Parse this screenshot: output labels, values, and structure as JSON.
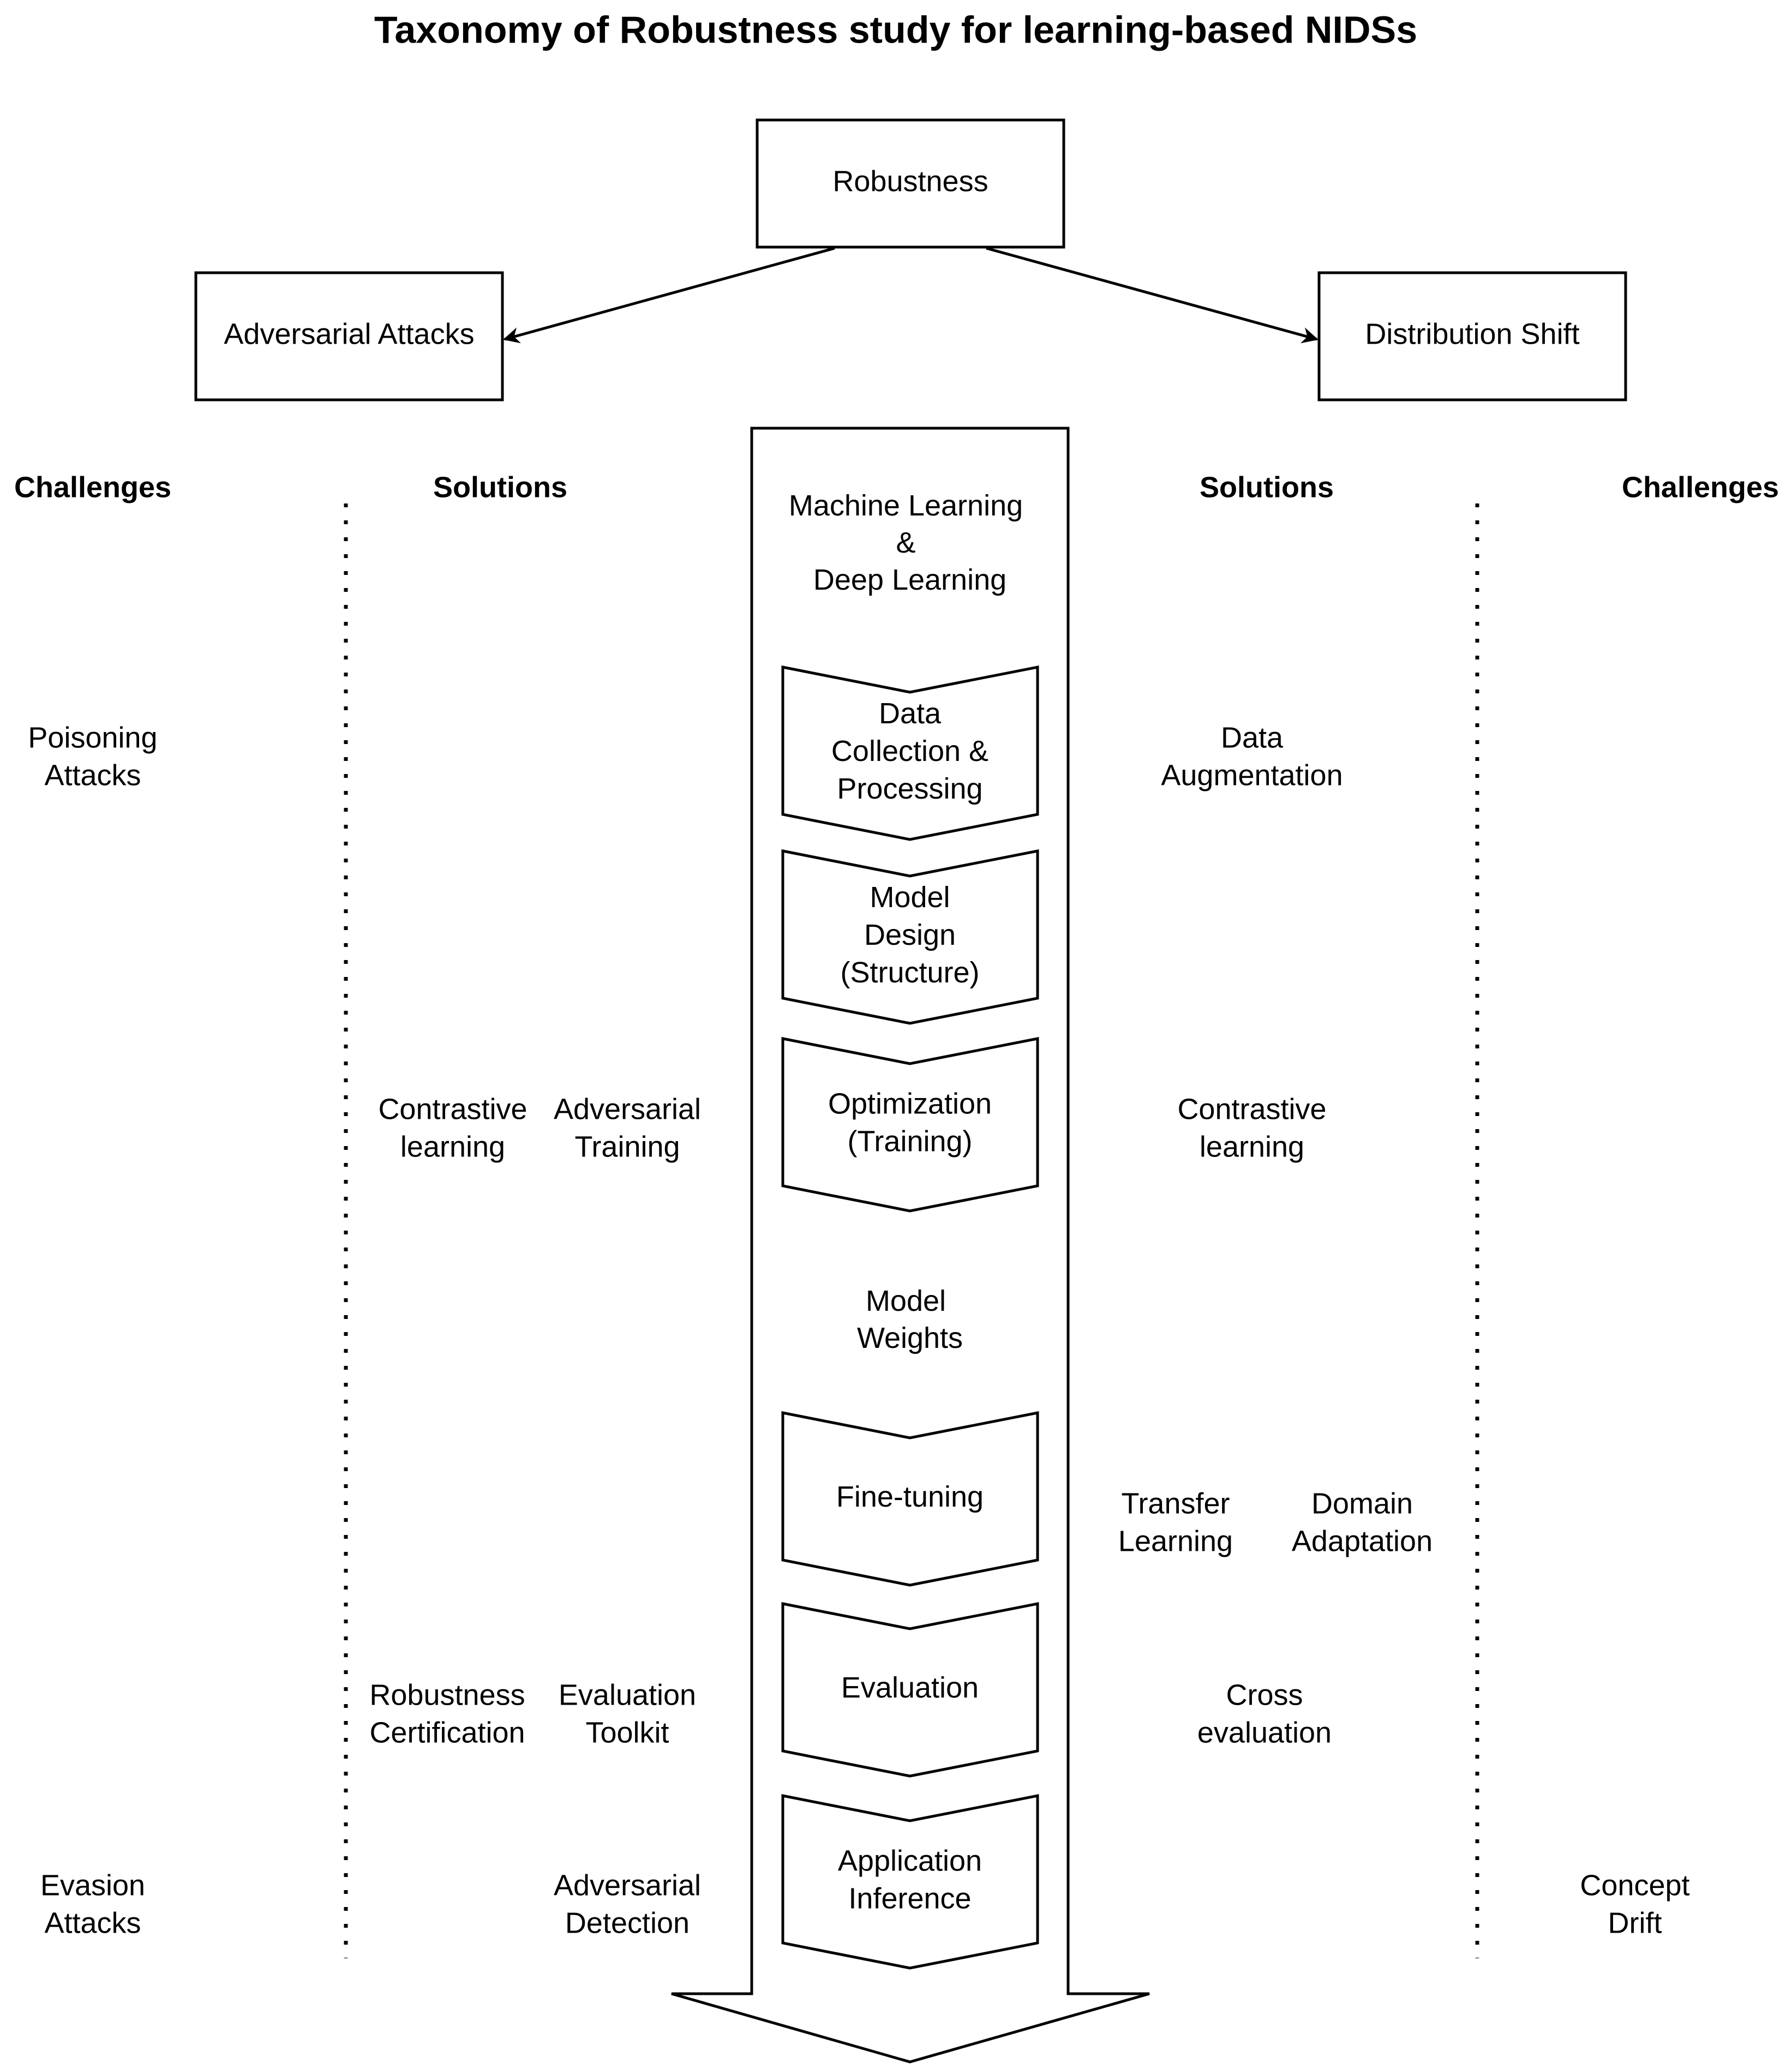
{
  "title": "Taxonomy of Robustness study for learning-based NIDSs",
  "root": "Robustness",
  "branches": {
    "left": "Adversarial Attacks",
    "right": "Distribution Shift"
  },
  "column_headers": {
    "left_challenges": "Challenges",
    "left_solutions": "Solutions",
    "right_solutions": "Solutions",
    "right_challenges": "Challenges"
  },
  "pipeline": {
    "header": [
      "Machine Learning",
      "&",
      "Deep Learning"
    ],
    "model_weights": [
      "Model",
      "Weights"
    ],
    "stages": [
      {
        "lines": [
          "Data",
          "Collection &",
          "Processing"
        ]
      },
      {
        "lines": [
          "Model",
          "Design",
          "(Structure)"
        ]
      },
      {
        "lines": [
          "Optimization",
          "(Training)"
        ]
      },
      {
        "lines": [
          "Fine-tuning"
        ]
      },
      {
        "lines": [
          "Evaluation"
        ]
      },
      {
        "lines": [
          "Application",
          "Inference"
        ]
      }
    ]
  },
  "left_challenges": [
    {
      "lines": [
        "Poisoning",
        "Attacks"
      ]
    },
    {
      "lines": [
        "Evasion",
        "Attacks"
      ]
    }
  ],
  "left_solutions": [
    {
      "lines": [
        "Contrastive",
        "learning"
      ]
    },
    {
      "lines": [
        "Adversarial",
        "Training"
      ]
    },
    {
      "lines": [
        "Robustness",
        "Certification"
      ]
    },
    {
      "lines": [
        "Evaluation",
        "Toolkit"
      ]
    },
    {
      "lines": [
        "Adversarial",
        "Detection"
      ]
    }
  ],
  "right_solutions": [
    {
      "lines": [
        "Data",
        "Augmentation"
      ]
    },
    {
      "lines": [
        "Contrastive",
        "learning"
      ]
    },
    {
      "lines": [
        "Transfer",
        "Learning"
      ]
    },
    {
      "lines": [
        "Domain",
        "Adaptation"
      ]
    },
    {
      "lines": [
        "Cross",
        "evaluation"
      ]
    }
  ],
  "right_challenges": [
    {
      "lines": [
        "Concept",
        "Drift"
      ]
    }
  ]
}
